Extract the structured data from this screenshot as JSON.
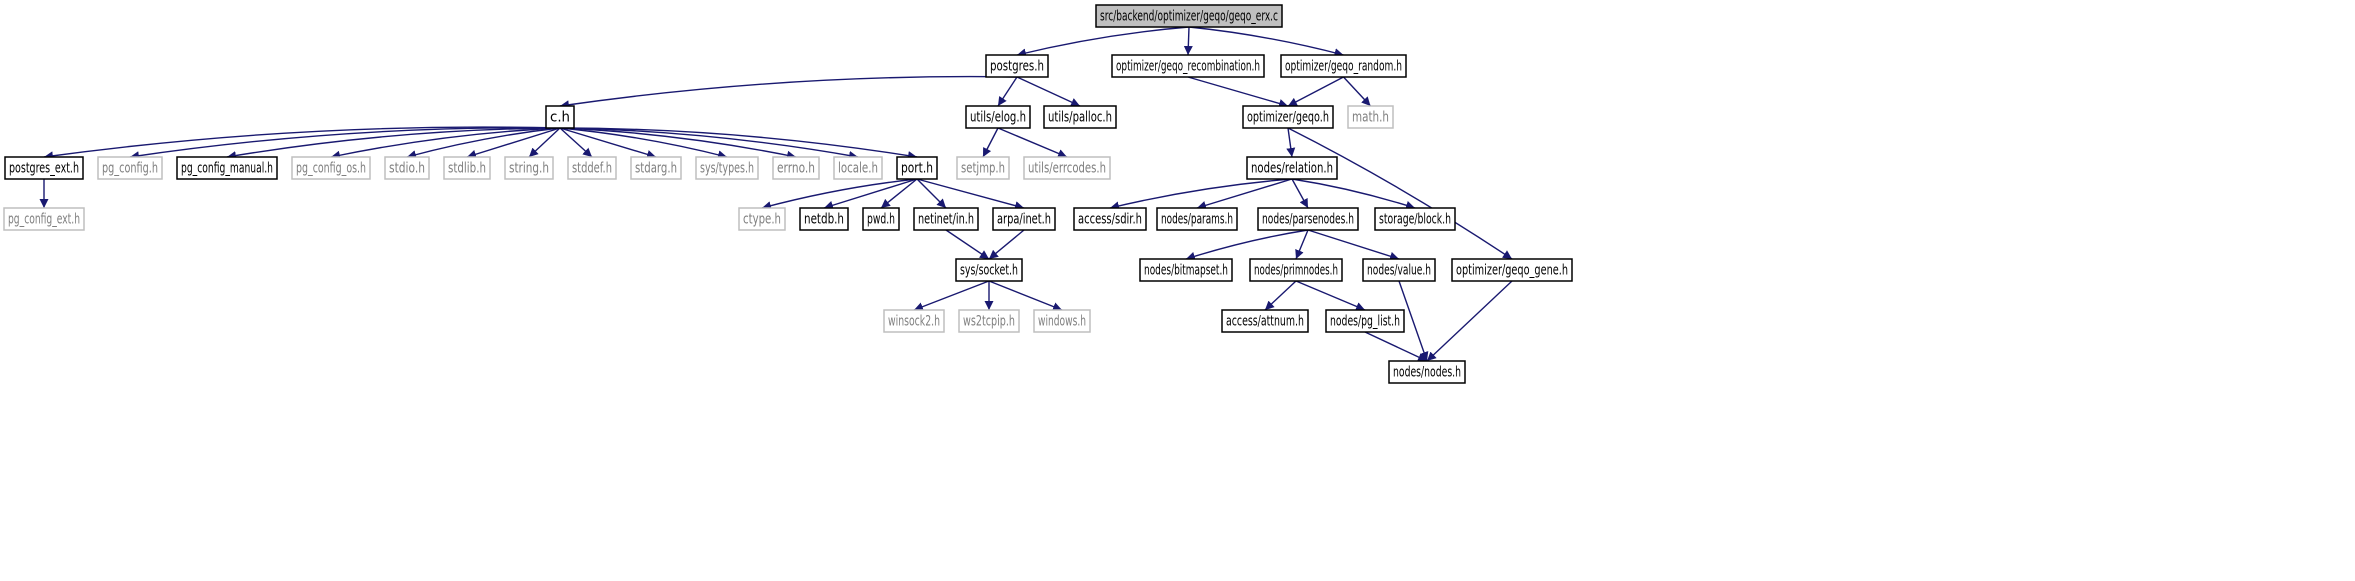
{
  "colors": {
    "edge": "#191970",
    "root_fill": "#bfbfbf",
    "node_border": "#000000",
    "missing_border": "#bfbfbf",
    "missing_text": "#7f7f7f",
    "text": "#000000"
  },
  "nodes": [
    {
      "id": "root",
      "label": "src/backend/optimizer/geqo/geqo_erx.c",
      "kind": "root"
    },
    {
      "id": "postgres_h",
      "label": "postgres.h",
      "kind": "normal"
    },
    {
      "id": "geqo_recombination_h",
      "label": "optimizer/geqo_recombination.h",
      "kind": "normal"
    },
    {
      "id": "geqo_random_h",
      "label": "optimizer/geqo_random.h",
      "kind": "normal"
    },
    {
      "id": "c_h",
      "label": "c.h",
      "kind": "normal"
    },
    {
      "id": "utils_elog_h",
      "label": "utils/elog.h",
      "kind": "normal"
    },
    {
      "id": "utils_palloc_h",
      "label": "utils/palloc.h",
      "kind": "normal"
    },
    {
      "id": "optimizer_geqo_h",
      "label": "optimizer/geqo.h",
      "kind": "normal"
    },
    {
      "id": "math_h",
      "label": "math.h",
      "kind": "missing"
    },
    {
      "id": "postgres_ext_h",
      "label": "postgres_ext.h",
      "kind": "normal"
    },
    {
      "id": "pg_config_h",
      "label": "pg_config.h",
      "kind": "missing"
    },
    {
      "id": "pg_config_manual_h",
      "label": "pg_config_manual.h",
      "kind": "normal"
    },
    {
      "id": "pg_config_os_h",
      "label": "pg_config_os.h",
      "kind": "missing"
    },
    {
      "id": "stdio_h",
      "label": "stdio.h",
      "kind": "missing"
    },
    {
      "id": "stdlib_h",
      "label": "stdlib.h",
      "kind": "missing"
    },
    {
      "id": "string_h",
      "label": "string.h",
      "kind": "missing"
    },
    {
      "id": "stddef_h",
      "label": "stddef.h",
      "kind": "missing"
    },
    {
      "id": "stdarg_h",
      "label": "stdarg.h",
      "kind": "missing"
    },
    {
      "id": "sys_types_h",
      "label": "sys/types.h",
      "kind": "missing"
    },
    {
      "id": "errno_h",
      "label": "errno.h",
      "kind": "missing"
    },
    {
      "id": "locale_h",
      "label": "locale.h",
      "kind": "missing"
    },
    {
      "id": "port_h",
      "label": "port.h",
      "kind": "normal"
    },
    {
      "id": "setjmp_h",
      "label": "setjmp.h",
      "kind": "missing"
    },
    {
      "id": "utils_errcodes_h",
      "label": "utils/errcodes.h",
      "kind": "missing"
    },
    {
      "id": "nodes_relation_h",
      "label": "nodes/relation.h",
      "kind": "normal"
    },
    {
      "id": "pg_config_ext_h",
      "label": "pg_config_ext.h",
      "kind": "missing"
    },
    {
      "id": "ctype_h",
      "label": "ctype.h",
      "kind": "missing"
    },
    {
      "id": "netdb_h",
      "label": "netdb.h",
      "kind": "normal"
    },
    {
      "id": "pwd_h",
      "label": "pwd.h",
      "kind": "normal"
    },
    {
      "id": "netinet_in_h",
      "label": "netinet/in.h",
      "kind": "normal"
    },
    {
      "id": "arpa_inet_h",
      "label": "arpa/inet.h",
      "kind": "normal"
    },
    {
      "id": "access_sdir_h",
      "label": "access/sdir.h",
      "kind": "normal"
    },
    {
      "id": "nodes_params_h",
      "label": "nodes/params.h",
      "kind": "normal"
    },
    {
      "id": "nodes_parsenodes_h",
      "label": "nodes/parsenodes.h",
      "kind": "normal"
    },
    {
      "id": "storage_block_h",
      "label": "storage/block.h",
      "kind": "normal"
    },
    {
      "id": "sys_socket_h",
      "label": "sys/socket.h",
      "kind": "normal"
    },
    {
      "id": "nodes_bitmapset_h",
      "label": "nodes/bitmapset.h",
      "kind": "normal"
    },
    {
      "id": "nodes_primnodes_h",
      "label": "nodes/primnodes.h",
      "kind": "normal"
    },
    {
      "id": "nodes_value_h",
      "label": "nodes/value.h",
      "kind": "normal"
    },
    {
      "id": "geqo_gene_h",
      "label": "optimizer/geqo_gene.h",
      "kind": "normal"
    },
    {
      "id": "winsock2_h",
      "label": "winsock2.h",
      "kind": "missing"
    },
    {
      "id": "ws2tcpip_h",
      "label": "ws2tcpip.h",
      "kind": "missing"
    },
    {
      "id": "windows_h",
      "label": "windows.h",
      "kind": "missing"
    },
    {
      "id": "access_attnum_h",
      "label": "access/attnum.h",
      "kind": "normal"
    },
    {
      "id": "nodes_pg_list_h",
      "label": "nodes/pg_list.h",
      "kind": "normal"
    },
    {
      "id": "nodes_nodes_h",
      "label": "nodes/nodes.h",
      "kind": "normal"
    }
  ],
  "edges": [
    [
      "root",
      "postgres_h"
    ],
    [
      "root",
      "geqo_recombination_h"
    ],
    [
      "root",
      "geqo_random_h"
    ],
    [
      "postgres_h",
      "c_h"
    ],
    [
      "postgres_h",
      "utils_elog_h"
    ],
    [
      "postgres_h",
      "utils_palloc_h"
    ],
    [
      "geqo_recombination_h",
      "optimizer_geqo_h"
    ],
    [
      "geqo_random_h",
      "optimizer_geqo_h"
    ],
    [
      "geqo_random_h",
      "math_h"
    ],
    [
      "c_h",
      "postgres_ext_h"
    ],
    [
      "c_h",
      "pg_config_h"
    ],
    [
      "c_h",
      "pg_config_manual_h"
    ],
    [
      "c_h",
      "pg_config_os_h"
    ],
    [
      "c_h",
      "stdio_h"
    ],
    [
      "c_h",
      "stdlib_h"
    ],
    [
      "c_h",
      "string_h"
    ],
    [
      "c_h",
      "stddef_h"
    ],
    [
      "c_h",
      "stdarg_h"
    ],
    [
      "c_h",
      "sys_types_h"
    ],
    [
      "c_h",
      "errno_h"
    ],
    [
      "c_h",
      "locale_h"
    ],
    [
      "c_h",
      "port_h"
    ],
    [
      "utils_elog_h",
      "setjmp_h"
    ],
    [
      "utils_elog_h",
      "utils_errcodes_h"
    ],
    [
      "optimizer_geqo_h",
      "nodes_relation_h"
    ],
    [
      "optimizer_geqo_h",
      "geqo_gene_h"
    ],
    [
      "postgres_ext_h",
      "pg_config_ext_h"
    ],
    [
      "port_h",
      "ctype_h"
    ],
    [
      "port_h",
      "netdb_h"
    ],
    [
      "port_h",
      "pwd_h"
    ],
    [
      "port_h",
      "netinet_in_h"
    ],
    [
      "port_h",
      "arpa_inet_h"
    ],
    [
      "nodes_relation_h",
      "access_sdir_h"
    ],
    [
      "nodes_relation_h",
      "nodes_params_h"
    ],
    [
      "nodes_relation_h",
      "nodes_parsenodes_h"
    ],
    [
      "nodes_relation_h",
      "storage_block_h"
    ],
    [
      "netinet_in_h",
      "sys_socket_h"
    ],
    [
      "arpa_inet_h",
      "sys_socket_h"
    ],
    [
      "nodes_parsenodes_h",
      "nodes_bitmapset_h"
    ],
    [
      "nodes_parsenodes_h",
      "nodes_primnodes_h"
    ],
    [
      "nodes_parsenodes_h",
      "nodes_value_h"
    ],
    [
      "sys_socket_h",
      "winsock2_h"
    ],
    [
      "sys_socket_h",
      "ws2tcpip_h"
    ],
    [
      "sys_socket_h",
      "windows_h"
    ],
    [
      "nodes_primnodes_h",
      "access_attnum_h"
    ],
    [
      "nodes_primnodes_h",
      "nodes_pg_list_h"
    ],
    [
      "nodes_value_h",
      "nodes_nodes_h"
    ],
    [
      "geqo_gene_h",
      "nodes_nodes_h"
    ],
    [
      "nodes_pg_list_h",
      "nodes_nodes_h"
    ]
  ]
}
